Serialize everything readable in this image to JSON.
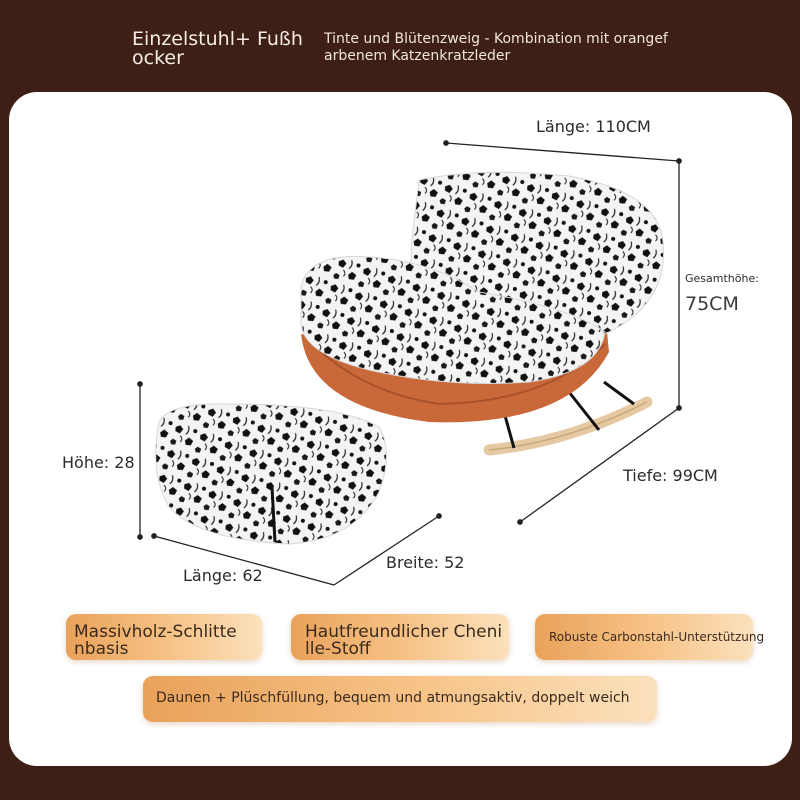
{
  "header": {
    "title": "Einzelstuhl+ Fußhocker",
    "description": "Tinte und Blütenzweig - Kombination mit orangefarbenem Katzenkratzleder"
  },
  "dimensions": {
    "chair_length": "Länge: 110CM",
    "total_height_label": "Gesamthöhe:",
    "total_height_value": "75CM",
    "depth": "Tiefe: 99CM",
    "stool_height": "Höhe: 28",
    "stool_length": "Länge: 62",
    "stool_width": "Breite: 52"
  },
  "features": [
    "Massivholz-Schlittenbasis",
    "Hautfreundlicher Chenille-Stoff",
    "Robuste Carbonstahl-Unterstützung",
    "Daunen + Plüschfüllung, bequem und atmungsaktiv, doppelt weich"
  ],
  "colors": {
    "background": "#3e1f15",
    "card": "#ffffff",
    "leather": "#c9693a",
    "wood": "#e4c9a2",
    "pill_start": "#e9a25a",
    "pill_end": "#fbe1bd"
  }
}
